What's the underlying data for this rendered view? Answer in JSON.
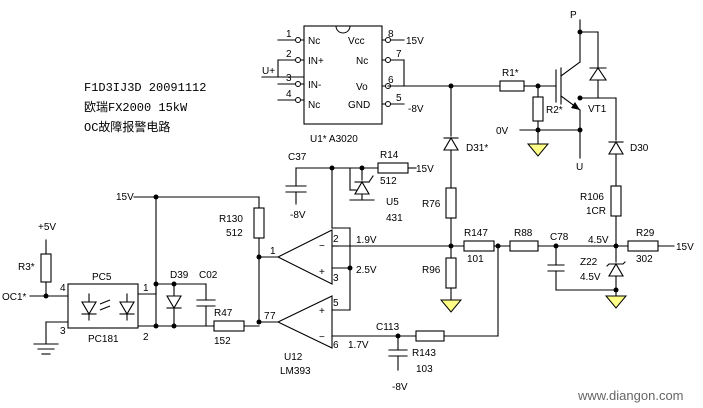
{
  "title": {
    "line1": "F1D3IJ3D 20091112",
    "line2": "欧瑞FX2000 15kW",
    "line3": "OC故障报警电路"
  },
  "u1": {
    "ref": "U1* A3020",
    "input": "U+",
    "pins": [
      {
        "num": "1",
        "name": "Nc"
      },
      {
        "num": "2",
        "name": "IN+"
      },
      {
        "num": "3",
        "name": "IN-"
      },
      {
        "num": "4",
        "name": "Nc"
      },
      {
        "num": "5",
        "name": "GND"
      },
      {
        "num": "6",
        "name": "Vo"
      },
      {
        "num": "7",
        "name": "Nc"
      },
      {
        "num": "8",
        "name": "Vcc"
      }
    ],
    "vcc": "15V",
    "gnd": "-8V"
  },
  "igbt": {
    "top": "P",
    "bottom": "U",
    "ref": "VT1",
    "r_gate": "R1*",
    "r_ge": "R2*",
    "zero": "0V",
    "d_upper": "D31*",
    "d_right": "D30"
  },
  "refs": {
    "c37": "C37",
    "c37_supply": "-8V",
    "r14": "R14",
    "r14_val": "512",
    "r14_supply": "15V",
    "u5": "U5",
    "u5_val": "431",
    "r130": "R130",
    "r130_val": "512",
    "r76": "R76",
    "r96": "R96",
    "r147": "R147",
    "r147_val": "101",
    "r88": "R88",
    "c78": "C78",
    "z22": "Z22",
    "z22_val": "4.5V",
    "r106": "R106",
    "r106_val": "1CR",
    "r29": "R29",
    "r29_val": "302",
    "r29_supply": "15V",
    "r47": "R47",
    "r47_val": "152",
    "d39": "D39",
    "c02": "C02",
    "c113": "C113",
    "r143": "R143",
    "r143_val": "103",
    "c113_supply": "-8V",
    "r3": "R3*",
    "plus5": "+5V",
    "supply15": "15V",
    "oc": "OC1*",
    "pc5": "PC5",
    "pc181": "PC181",
    "u12": "U12",
    "lm393": "LM393"
  },
  "voltages": {
    "v19": "1.9V",
    "v25": "2.5V",
    "v45": "4.5V",
    "v17": "1.7V"
  },
  "comparator": {
    "upper": {
      "in_minus": "2",
      "in_plus": "3",
      "out": "1"
    },
    "lower": {
      "in_plus": "5",
      "in_minus": "6",
      "out": "7"
    }
  },
  "pc5_pins": {
    "p1": "1",
    "p2": "2",
    "p3": "3",
    "p4": "4"
  },
  "watermark": "www.diangon.com"
}
